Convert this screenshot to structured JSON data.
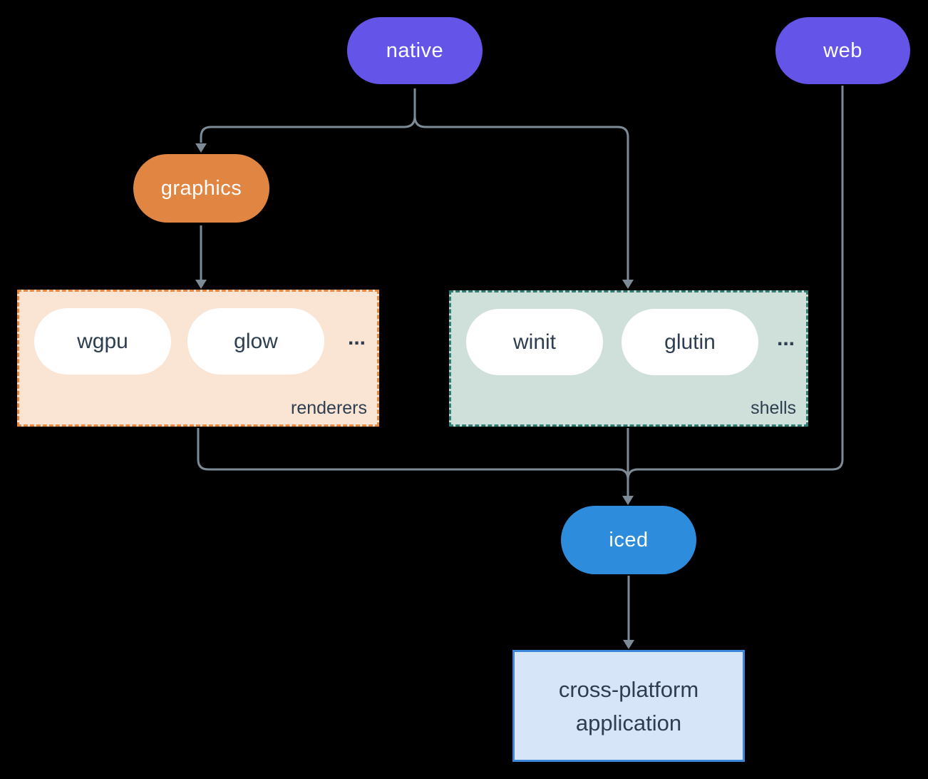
{
  "diagram": {
    "background": "#000000",
    "nodes": {
      "native": "native",
      "web": "web",
      "graphics": "graphics",
      "iced": "iced",
      "app": "cross-platform application"
    },
    "groups": {
      "renderers": {
        "label": "renderers",
        "items": [
          "wgpu",
          "glow"
        ],
        "more": "..."
      },
      "shells": {
        "label": "shells",
        "items": [
          "winit",
          "glutin"
        ],
        "more": "..."
      }
    },
    "colors": {
      "platform_pill": "#6455e8",
      "graphics_pill": "#e08542",
      "iced_pill": "#2e8cdc",
      "renderers_fill": "#fae4d3",
      "renderers_border": "#e8873f",
      "shells_fill": "#cfe0da",
      "shells_border": "#2f7d73",
      "app_fill": "#d6e5f7",
      "app_border": "#3c87da",
      "connector": "#7c8b96",
      "dark_text": "#2d3e50",
      "pill_text": "#ffffff"
    }
  }
}
